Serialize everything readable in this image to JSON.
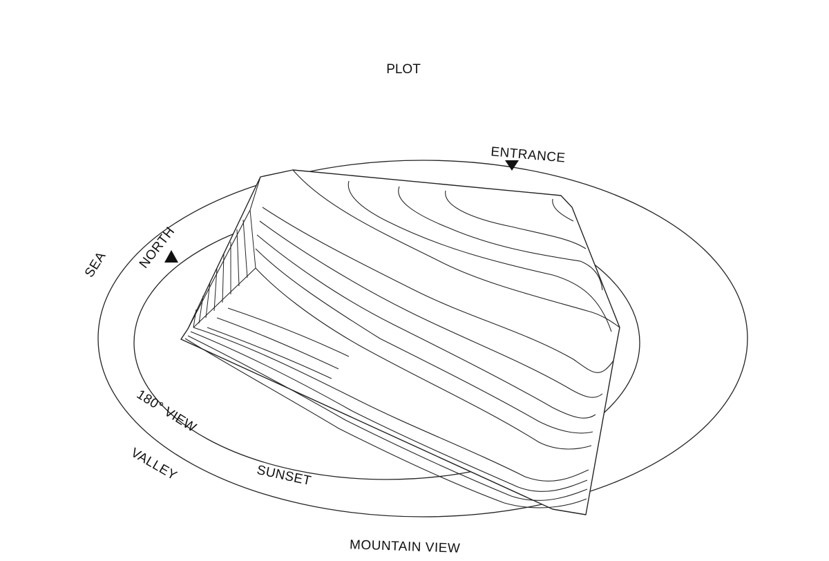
{
  "title": "PLOT",
  "labels": {
    "entrance": "ENTRANCE",
    "north": "NORTH",
    "sea": "SEA",
    "view_180": "180° VIEW",
    "valley": "VALLEY",
    "sunset": "SUNSET",
    "mountain_view": "MOUNTAIN VIEW"
  },
  "colors": {
    "line": "#222222",
    "background": "#ffffff"
  },
  "icons": {
    "entrance_marker": "triangle-down-icon",
    "north_marker": "triangle-icon"
  }
}
